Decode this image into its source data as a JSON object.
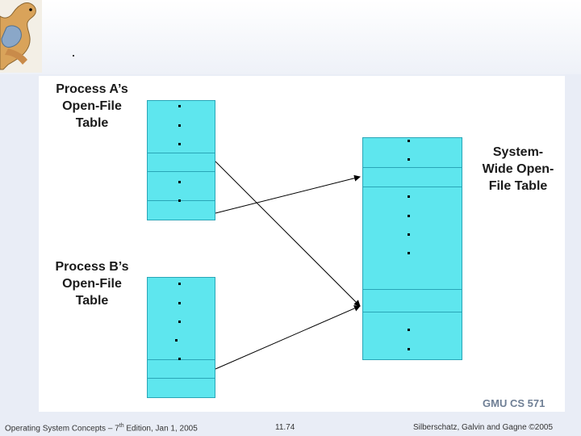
{
  "diagram": {
    "process_a_label": [
      "Process A’s",
      "Open-File",
      "Table"
    ],
    "process_b_label": [
      "Process B’s",
      "Open-File",
      "Table"
    ],
    "system_label": [
      "System-",
      "Wide Open-",
      "File Table"
    ],
    "watermark": "GMU CS 571"
  },
  "footer": {
    "book_title": "Operating System Concepts – 7",
    "edition_sup": "th",
    "edition_rest": " Edition, Jan 1, 2005",
    "page_number": "11.74",
    "authors": "Silberschatz, Galvin and Gagne ©2005"
  },
  "colors": {
    "cell_fill": "#5ee6ee",
    "cell_border": "#2aa6b7",
    "background": "#e9edf6",
    "watermark": "#6f7f95"
  },
  "icons": [
    "dinosaur-logo-icon"
  ]
}
